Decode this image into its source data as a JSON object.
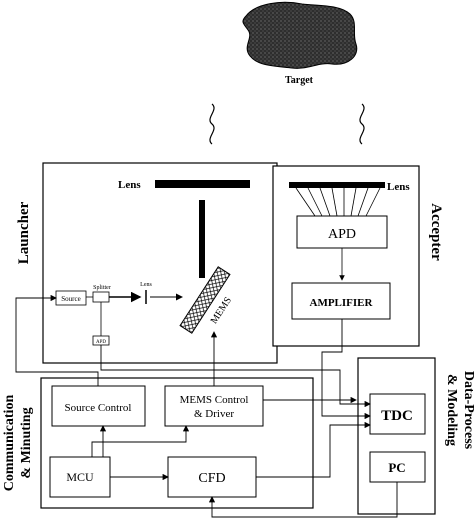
{
  "target": {
    "label": "Target"
  },
  "launcher": {
    "title": "Launcher",
    "lens_label": "Lens",
    "source_label": "Source",
    "splitter_label": "Splitter",
    "small_lens_label": "Lens",
    "apd_label": "APD",
    "mems_label": "MEMS"
  },
  "accepter": {
    "title": "Accepter",
    "lens_label": "Lens",
    "apd_label": "APD",
    "amplifier_label": "AMPLIFIER"
  },
  "communication": {
    "title_line1": "Communication",
    "title_line2": "& Minuting",
    "source_control_label": "Source Control",
    "mems_control_line1": "MEMS Control",
    "mems_control_line2": "& Driver",
    "mcu_label": "MCU",
    "cfd_label": "CFD"
  },
  "data_process": {
    "title_line1": "Data-Process",
    "title_line2": "& Modeling",
    "tdc_label": "TDC",
    "pc_label": "PC"
  },
  "colors": {
    "stroke": "#000000",
    "background": "#ffffff",
    "target_fill": "#3a3a3a"
  }
}
